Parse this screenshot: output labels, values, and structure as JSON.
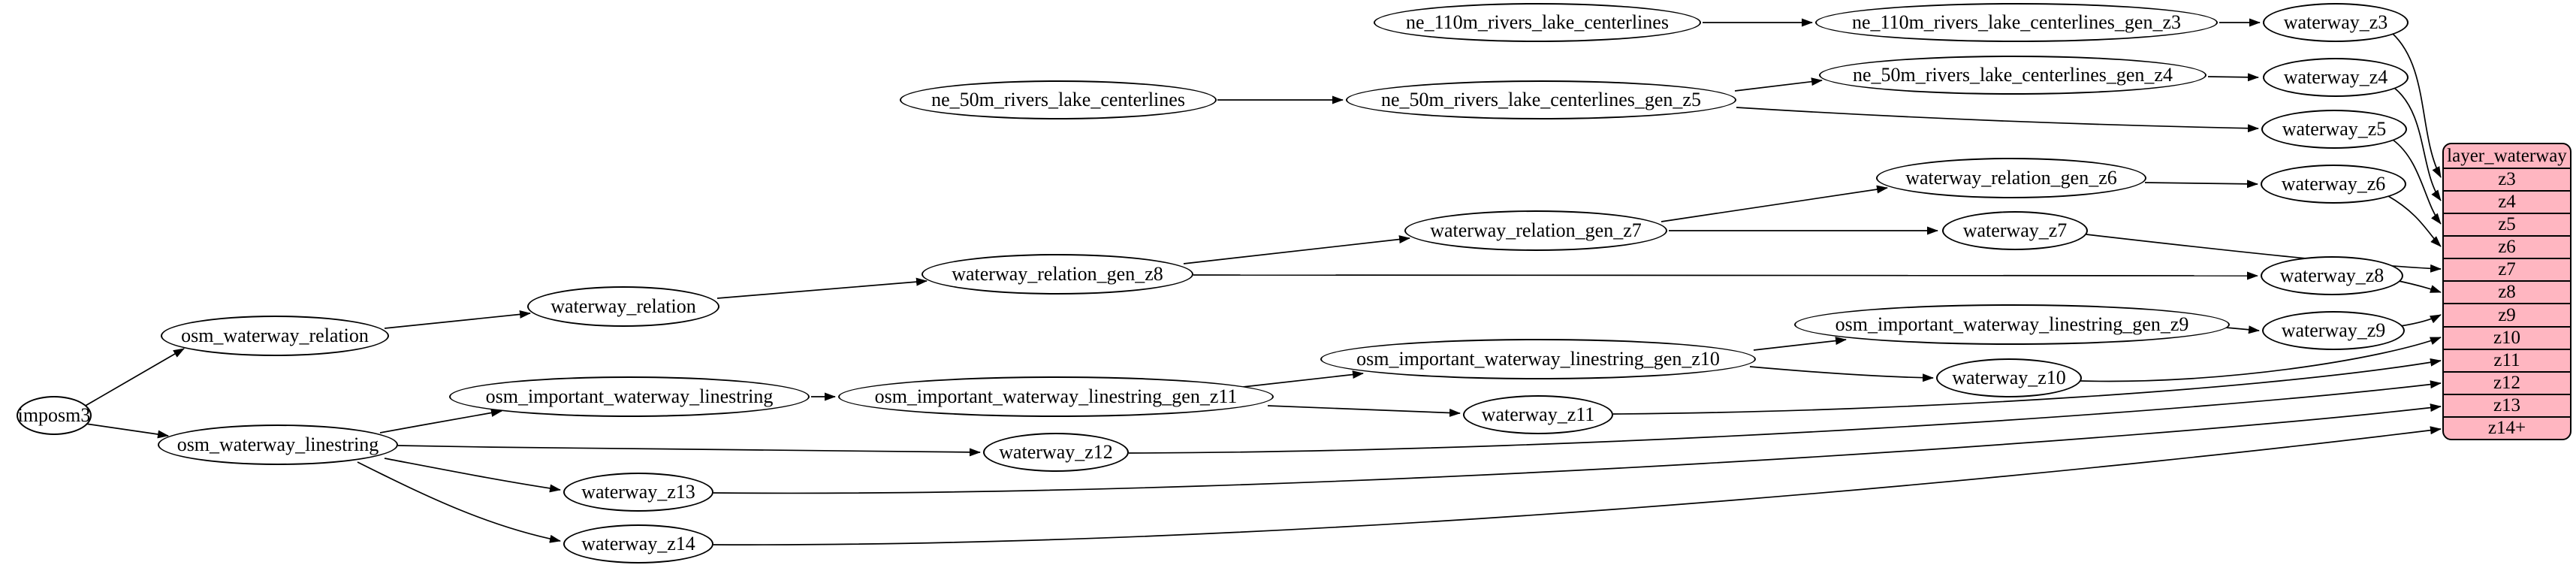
{
  "diagram": {
    "type": "dependency-graph",
    "colors": {
      "background": "#ffffff",
      "node_fill": "#ffffff",
      "node_stroke": "#000000",
      "edge": "#000000",
      "table_fill": "#ffb6c1",
      "table_stroke": "#000000"
    },
    "nodes": [
      {
        "id": "imposm3",
        "label": "imposm3"
      },
      {
        "id": "osm_waterway_relation",
        "label": "osm_waterway_relation"
      },
      {
        "id": "osm_waterway_linestring",
        "label": "osm_waterway_linestring"
      },
      {
        "id": "waterway_relation",
        "label": "waterway_relation"
      },
      {
        "id": "waterway_relation_gen_z8",
        "label": "waterway_relation_gen_z8"
      },
      {
        "id": "waterway_relation_gen_z7",
        "label": "waterway_relation_gen_z7"
      },
      {
        "id": "waterway_relation_gen_z6",
        "label": "waterway_relation_gen_z6"
      },
      {
        "id": "ne_110m_rivers_lake_centerlines",
        "label": "ne_110m_rivers_lake_centerlines"
      },
      {
        "id": "ne_110m_rivers_lake_centerlines_gen_z3",
        "label": "ne_110m_rivers_lake_centerlines_gen_z3"
      },
      {
        "id": "ne_50m_rivers_lake_centerlines",
        "label": "ne_50m_rivers_lake_centerlines"
      },
      {
        "id": "ne_50m_rivers_lake_centerlines_gen_z5",
        "label": "ne_50m_rivers_lake_centerlines_gen_z5"
      },
      {
        "id": "ne_50m_rivers_lake_centerlines_gen_z4",
        "label": "ne_50m_rivers_lake_centerlines_gen_z4"
      },
      {
        "id": "waterway_z3",
        "label": "waterway_z3"
      },
      {
        "id": "waterway_z4",
        "label": "waterway_z4"
      },
      {
        "id": "waterway_z5",
        "label": "waterway_z5"
      },
      {
        "id": "waterway_z6",
        "label": "waterway_z6"
      },
      {
        "id": "waterway_z7",
        "label": "waterway_z7"
      },
      {
        "id": "waterway_z8",
        "label": "waterway_z8"
      },
      {
        "id": "osm_important_waterway_linestring",
        "label": "osm_important_waterway_linestring"
      },
      {
        "id": "osm_important_waterway_linestring_gen_z11",
        "label": "osm_important_waterway_linestring_gen_z11"
      },
      {
        "id": "osm_important_waterway_linestring_gen_z10",
        "label": "osm_important_waterway_linestring_gen_z10"
      },
      {
        "id": "osm_important_waterway_linestring_gen_z9",
        "label": "osm_important_waterway_linestring_gen_z9"
      },
      {
        "id": "waterway_z9",
        "label": "waterway_z9"
      },
      {
        "id": "waterway_z10",
        "label": "waterway_z10"
      },
      {
        "id": "waterway_z11",
        "label": "waterway_z11"
      },
      {
        "id": "waterway_z12",
        "label": "waterway_z12"
      },
      {
        "id": "waterway_z13",
        "label": "waterway_z13"
      },
      {
        "id": "waterway_z14",
        "label": "waterway_z14"
      }
    ],
    "table": {
      "title": "layer_waterway",
      "rows": [
        "z3",
        "z4",
        "z5",
        "z6",
        "z7",
        "z8",
        "z9",
        "z10",
        "z11",
        "z12",
        "z13",
        "z14+"
      ]
    },
    "edges": [
      [
        "imposm3",
        "osm_waterway_relation"
      ],
      [
        "imposm3",
        "osm_waterway_linestring"
      ],
      [
        "osm_waterway_relation",
        "waterway_relation"
      ],
      [
        "waterway_relation",
        "waterway_relation_gen_z8"
      ],
      [
        "waterway_relation_gen_z8",
        "waterway_relation_gen_z7"
      ],
      [
        "waterway_relation_gen_z8",
        "waterway_z8"
      ],
      [
        "waterway_relation_gen_z7",
        "waterway_relation_gen_z6"
      ],
      [
        "waterway_relation_gen_z7",
        "waterway_z7"
      ],
      [
        "waterway_relation_gen_z6",
        "waterway_z6"
      ],
      [
        "ne_110m_rivers_lake_centerlines",
        "ne_110m_rivers_lake_centerlines_gen_z3"
      ],
      [
        "ne_110m_rivers_lake_centerlines_gen_z3",
        "waterway_z3"
      ],
      [
        "ne_50m_rivers_lake_centerlines",
        "ne_50m_rivers_lake_centerlines_gen_z5"
      ],
      [
        "ne_50m_rivers_lake_centerlines_gen_z5",
        "ne_50m_rivers_lake_centerlines_gen_z4"
      ],
      [
        "ne_50m_rivers_lake_centerlines_gen_z5",
        "waterway_z5"
      ],
      [
        "ne_50m_rivers_lake_centerlines_gen_z4",
        "waterway_z4"
      ],
      [
        "osm_waterway_linestring",
        "osm_important_waterway_linestring"
      ],
      [
        "osm_waterway_linestring",
        "waterway_z12"
      ],
      [
        "osm_waterway_linestring",
        "waterway_z13"
      ],
      [
        "osm_waterway_linestring",
        "waterway_z14"
      ],
      [
        "osm_important_waterway_linestring",
        "osm_important_waterway_linestring_gen_z11"
      ],
      [
        "osm_important_waterway_linestring_gen_z11",
        "osm_important_waterway_linestring_gen_z10"
      ],
      [
        "osm_important_waterway_linestring_gen_z11",
        "waterway_z11"
      ],
      [
        "osm_important_waterway_linestring_gen_z10",
        "osm_important_waterway_linestring_gen_z9"
      ],
      [
        "osm_important_waterway_linestring_gen_z10",
        "waterway_z10"
      ],
      [
        "osm_important_waterway_linestring_gen_z9",
        "waterway_z9"
      ],
      [
        "waterway_z3",
        "layer_waterway.z3"
      ],
      [
        "waterway_z4",
        "layer_waterway.z4"
      ],
      [
        "waterway_z5",
        "layer_waterway.z5"
      ],
      [
        "waterway_z6",
        "layer_waterway.z6"
      ],
      [
        "waterway_z7",
        "layer_waterway.z7"
      ],
      [
        "waterway_z8",
        "layer_waterway.z8"
      ],
      [
        "waterway_z9",
        "layer_waterway.z9"
      ],
      [
        "waterway_z10",
        "layer_waterway.z10"
      ],
      [
        "waterway_z11",
        "layer_waterway.z11"
      ],
      [
        "waterway_z12",
        "layer_waterway.z12"
      ],
      [
        "waterway_z13",
        "layer_waterway.z13"
      ],
      [
        "waterway_z14",
        "layer_waterway.z14+"
      ]
    ]
  }
}
